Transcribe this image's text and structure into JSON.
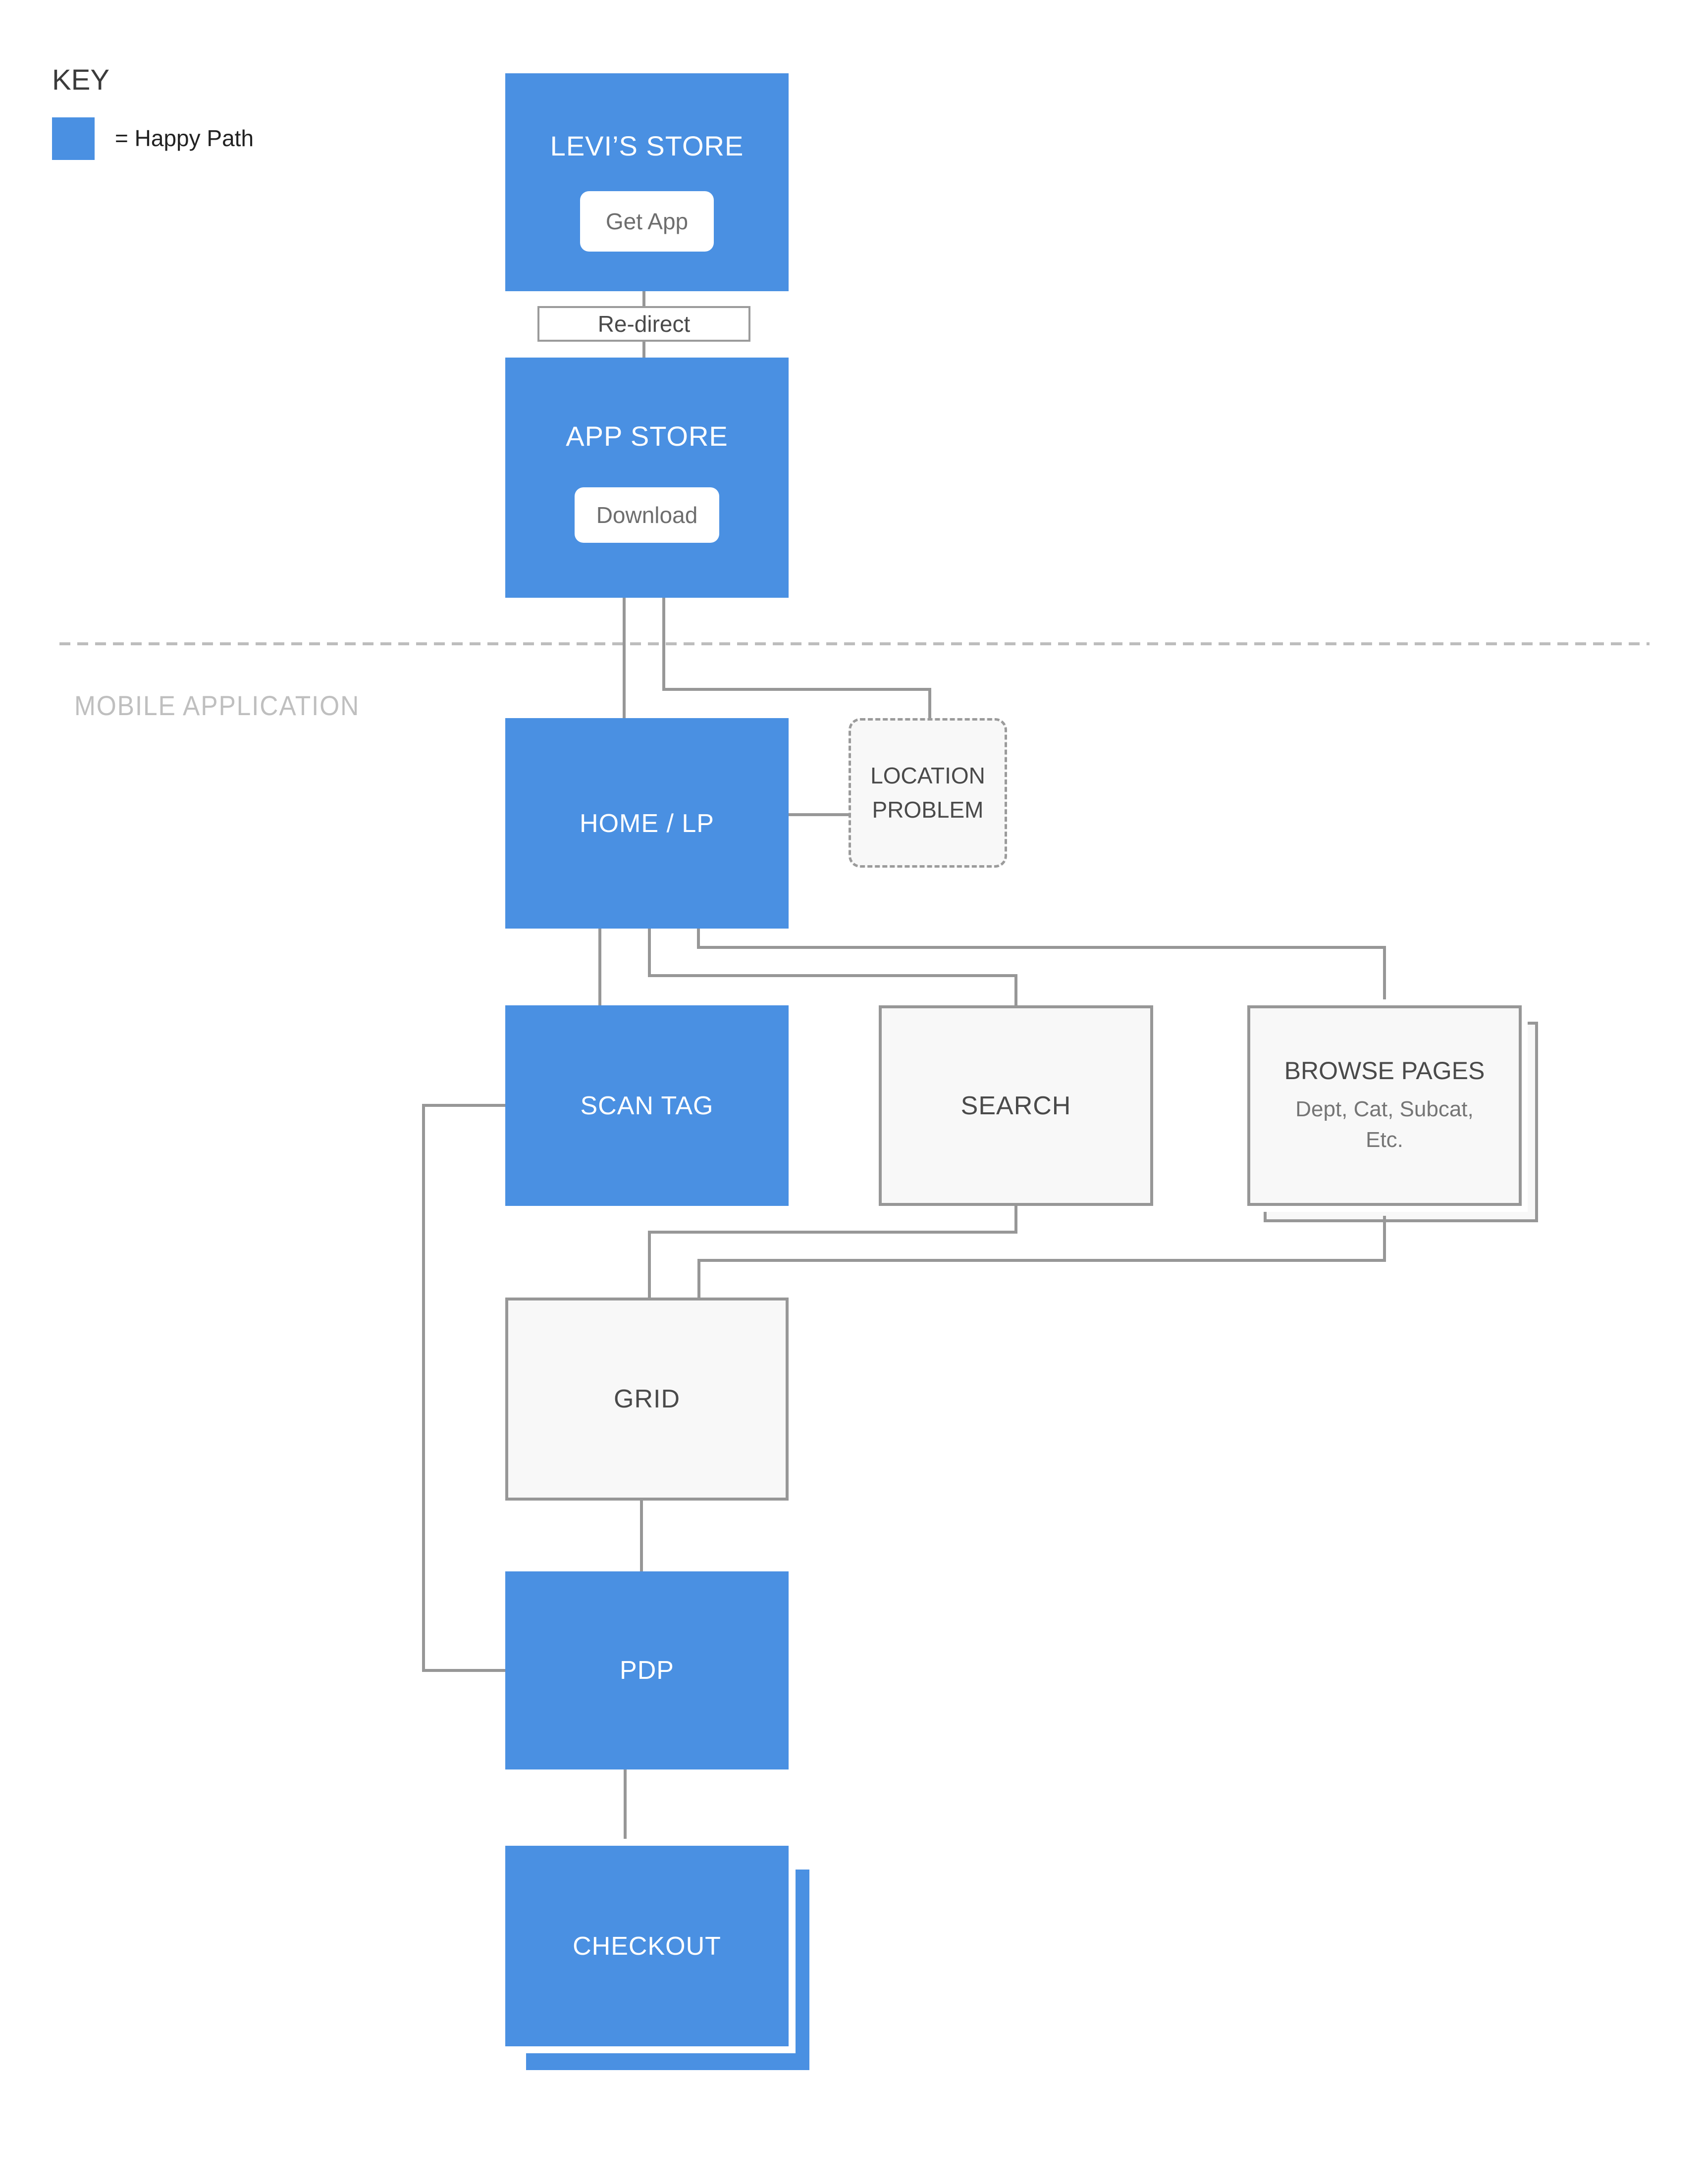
{
  "colors": {
    "happy_path_blue": "#4A90E2",
    "connector_gray": "#979797",
    "node_fill_light": "#F8F8F8",
    "node_border_gray": "#979797",
    "divider_gray": "#BDBDBD",
    "section_label_gray": "#BFBFBF",
    "text_dark": "#4A4A4A",
    "button_text_gray": "#6E6E6E"
  },
  "key": {
    "title": "KEY",
    "legend_label": "= Happy Path"
  },
  "section_label": "MOBILE APPLICATION",
  "nodes": {
    "levis_store": {
      "label": "LEVI’S STORE",
      "button": "Get App"
    },
    "redirect": {
      "label": "Re-direct"
    },
    "app_store": {
      "label": "APP STORE",
      "button": "Download"
    },
    "home_lp": {
      "label": "HOME / LP"
    },
    "location_problem": {
      "label_line1": "LOCATION",
      "label_line2": "PROBLEM"
    },
    "scan_tag": {
      "label": "SCAN TAG"
    },
    "search": {
      "label": "SEARCH"
    },
    "browse_pages": {
      "label": "BROWSE PAGES",
      "subtitle_line1": "Dept, Cat, Subcat,",
      "subtitle_line2": "Etc."
    },
    "grid": {
      "label": "GRID"
    },
    "pdp": {
      "label": "PDP"
    },
    "checkout": {
      "label": "CHECKOUT"
    }
  }
}
